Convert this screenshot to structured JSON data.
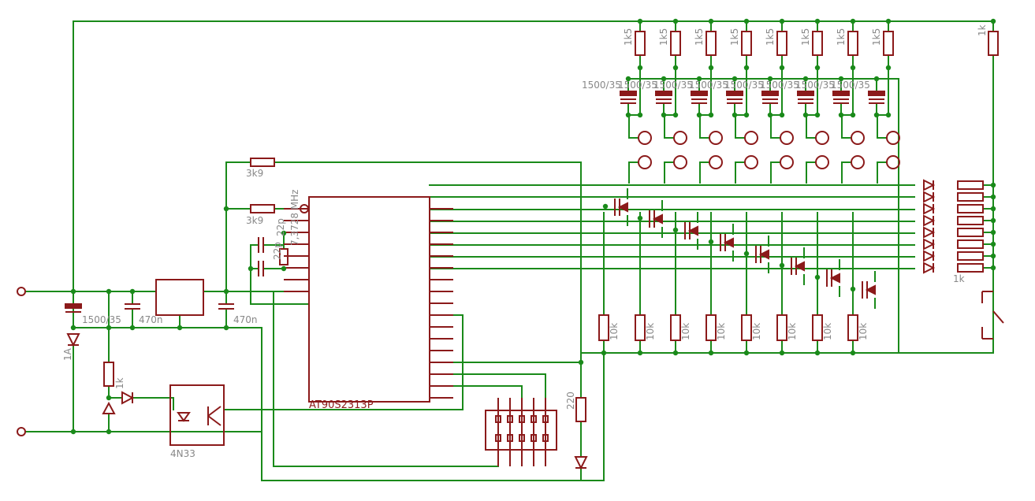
{
  "labels": {
    "r_top": [
      "1k5",
      "1k5",
      "1k5",
      "1k5",
      "1k5",
      "1k5",
      "1k5",
      "1k5"
    ],
    "r_top_right": "1k",
    "cap_top_first": "1500/35",
    "cap_top": [
      "1500/35",
      "1500/35",
      "1500/35",
      "1500/35",
      "1500/35",
      "1500/35",
      "1500/35"
    ],
    "r_bottom": [
      "10k",
      "10k",
      "10k",
      "10k",
      "10k",
      "10k",
      "10k",
      "10k"
    ],
    "r_led_bank": "1k",
    "r_osc1": "3k9",
    "r_osc2": "3k9",
    "c_22p": "22p",
    "c_22p_b": "22p",
    "crystal": "7,3728 MHz",
    "c_in": "1500/35",
    "c_470n_a": "470n",
    "c_470n_b": "470n",
    "fuse": "1A",
    "r_1k_input": "1k",
    "r_220": "220",
    "optocoupler": "4N33",
    "mcu": "AT90S2313P"
  },
  "colors": {
    "wire": "#1a8a1a",
    "component": "#8b1a1a",
    "label": "#888888"
  }
}
